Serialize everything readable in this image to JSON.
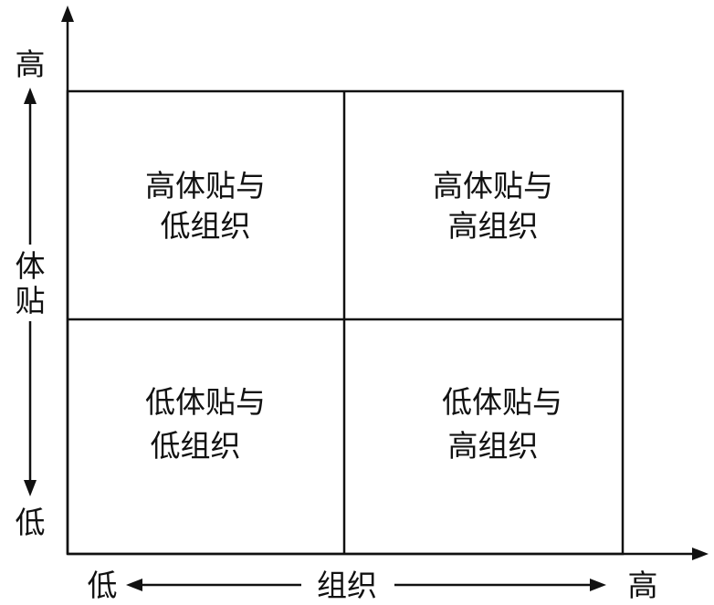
{
  "quadrants": {
    "top_left": {
      "line1": "高体贴与",
      "line2": "低组织"
    },
    "top_right": {
      "line1": "高体贴与",
      "line2": "高组织"
    },
    "bottom_left": {
      "line1": "低体贴与",
      "line2": "低组织"
    },
    "bottom_right": {
      "line1": "低体贴与",
      "line2": "高组织"
    }
  },
  "y_axis": {
    "label_line1": "体",
    "label_line2": "贴",
    "high": "高",
    "low": "低"
  },
  "x_axis": {
    "label": "组织",
    "low": "低",
    "high": "高"
  }
}
